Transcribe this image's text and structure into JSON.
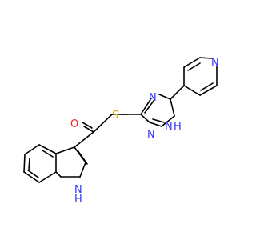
{
  "molecule": {
    "atoms": {
      "carbonyl_o": "O",
      "thioether_s": "S",
      "triazole_n4": "N",
      "triazole_n2": "N",
      "triazole_n1h": "N",
      "triazole_n1h_h": "H",
      "pyridine_n": "N",
      "indole_n": "N",
      "indole_nh_h": "H"
    },
    "colors": {
      "bond": "#000000",
      "nitrogen": "#3333ff",
      "oxygen": "#ff2020",
      "sulfur": "#c6b400"
    }
  }
}
